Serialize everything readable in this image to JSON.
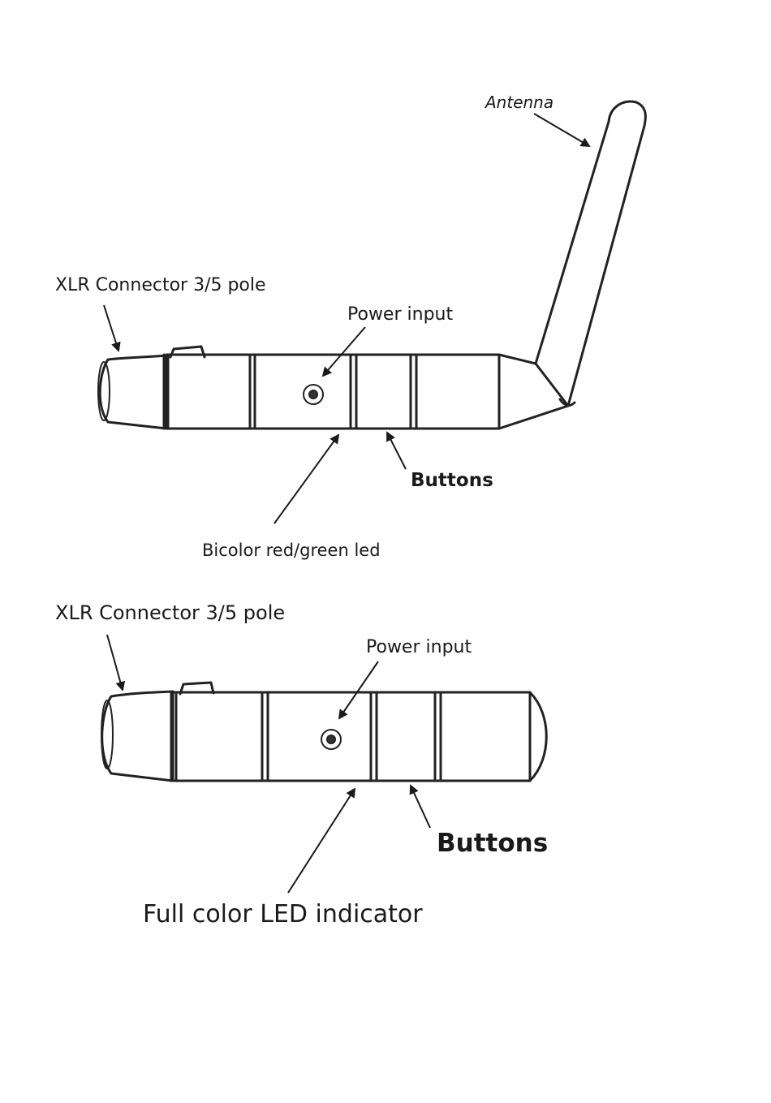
{
  "device_top": {
    "antenna_label": "Antenna",
    "xlr_label": "XLR Connector 3/5 pole",
    "power_label": "Power input",
    "buttons_label": "Buttons",
    "led_label": "Bicolor red/green led"
  },
  "device_bottom": {
    "xlr_label": "XLR Connector 3/5 pole",
    "power_label": "Power input",
    "buttons_label": "Buttons",
    "led_label": "Full color LED indicator"
  },
  "colors": {
    "line": "#222222",
    "text": "#1a1a1a",
    "background": "#ffffff"
  }
}
